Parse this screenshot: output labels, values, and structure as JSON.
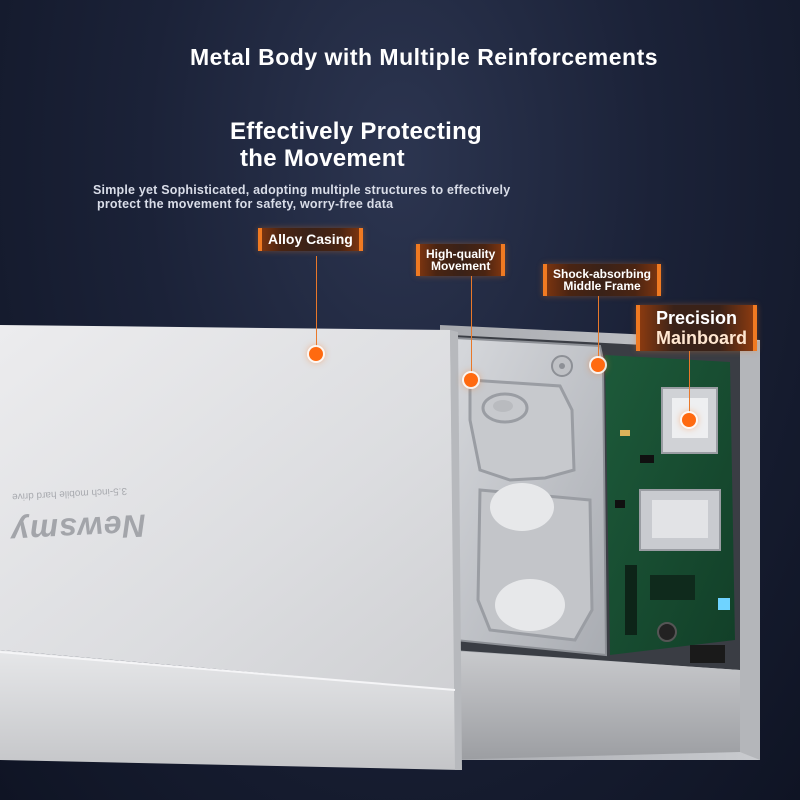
{
  "headline": "Metal Body with Multiple Reinforcements",
  "title": [
    "Effectively Protecting",
    "the Movement"
  ],
  "description": [
    "Simple yet Sophisticated, adopting multiple structures to effectively",
    "protect the movement for safety, worry-free data"
  ],
  "product": {
    "brand": "Newsmy",
    "caption": "3.5-inch mobile hard drive"
  },
  "callouts": [
    {
      "lines": [
        "Alloy Casing"
      ]
    },
    {
      "lines": [
        "High-quality",
        "Movement"
      ]
    },
    {
      "lines": [
        "Shock-absorbing",
        "Middle Frame"
      ]
    },
    {
      "lines": [
        "Precision",
        "Mainboard"
      ]
    }
  ],
  "colors": {
    "accent": "#f07a22",
    "background": "#1b2238",
    "casing": "#e2e3e5"
  }
}
